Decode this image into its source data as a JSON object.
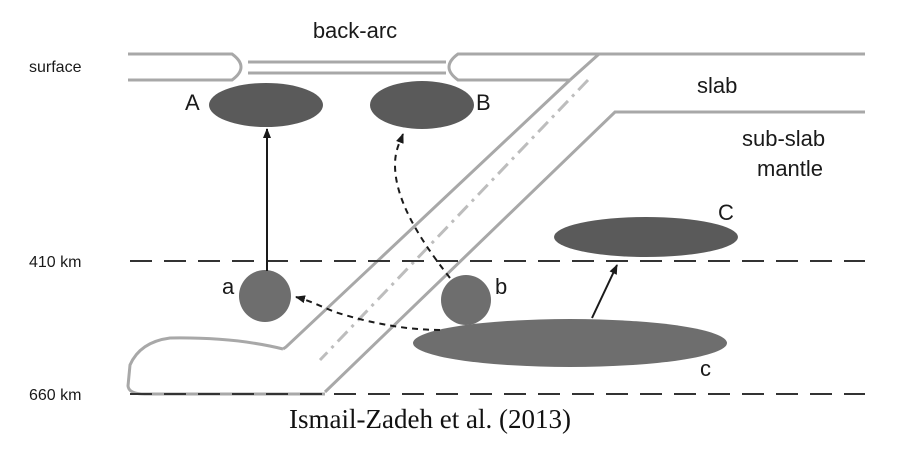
{
  "labels": {
    "back_arc": "back-arc",
    "surface": "surface",
    "slab": "slab",
    "sub_slab_line1": "sub-slab",
    "sub_slab_line2": "mantle",
    "depth_410": "410 km",
    "depth_660": "660 km",
    "anomaly_A": "A",
    "anomaly_B": "B",
    "anomaly_C": "C",
    "source_a": "a",
    "source_b": "b",
    "source_c": "c"
  },
  "caption": "Ismail-Zadeh et al. (2013)",
  "colors": {
    "dark_anomaly": "#5a5a5a",
    "source_fill": "#6e6e6e",
    "outline": "#a8a8a8",
    "text": "#1a1a1a"
  }
}
